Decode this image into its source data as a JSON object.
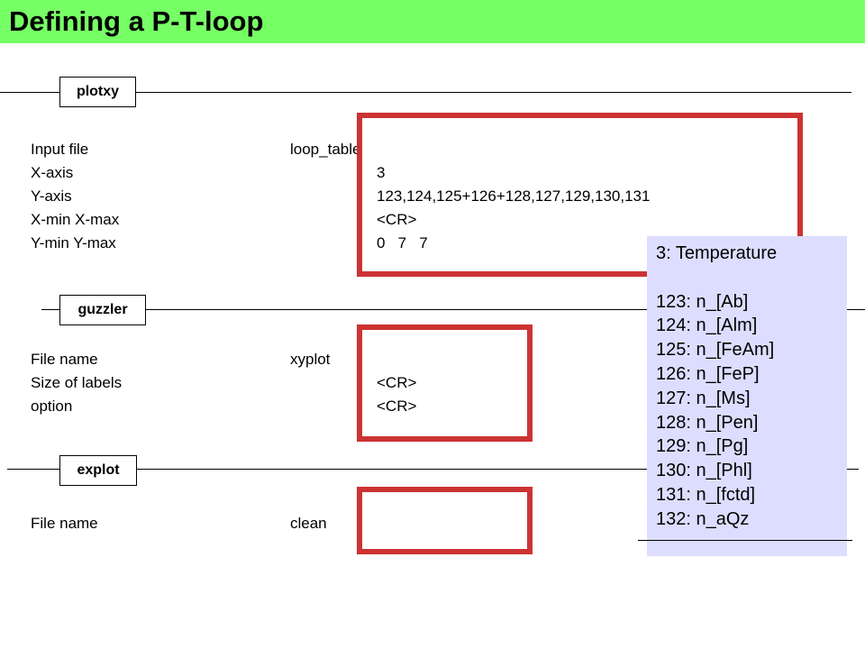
{
  "title": "Defining a P-T-loop",
  "sections": {
    "plotxy": {
      "label": "plotxy",
      "fields": [
        {
          "name": "Input file",
          "value": "loop_table"
        },
        {
          "name": "X-axis",
          "value": "3"
        },
        {
          "name": "Y-axis",
          "value": "123,124,125+126+128,127,129,130,131"
        },
        {
          "name": "X-min X-max",
          "value": "<CR>"
        },
        {
          "name": "Y-min Y-max",
          "value": "0   7   7"
        }
      ]
    },
    "guzzler": {
      "label": "guzzler",
      "fields": [
        {
          "name": "File name",
          "value": "xyplot"
        },
        {
          "name": "Size of labels",
          "value": "<CR>"
        },
        {
          "name": "option",
          "value": "<CR>"
        }
      ]
    },
    "explot": {
      "label": "explot",
      "fields": [
        {
          "name": "File name",
          "value": "clean"
        }
      ]
    }
  },
  "info_panel": {
    "header": "3: Temperature",
    "items": [
      "123: n_[Ab]",
      "124: n_[Alm]",
      "125: n_[FeAm]",
      "126: n_[FeP]",
      "127: n_[Ms]",
      "128: n_[Pen]",
      "129: n_[Pg]",
      "130: n_[Phl]",
      "131: n_[fctd]",
      "132: n_aQz"
    ]
  },
  "colors": {
    "title_bar": "#77ff66",
    "highlight_border": "#cc3333",
    "info_panel_bg": "#ddddff"
  }
}
